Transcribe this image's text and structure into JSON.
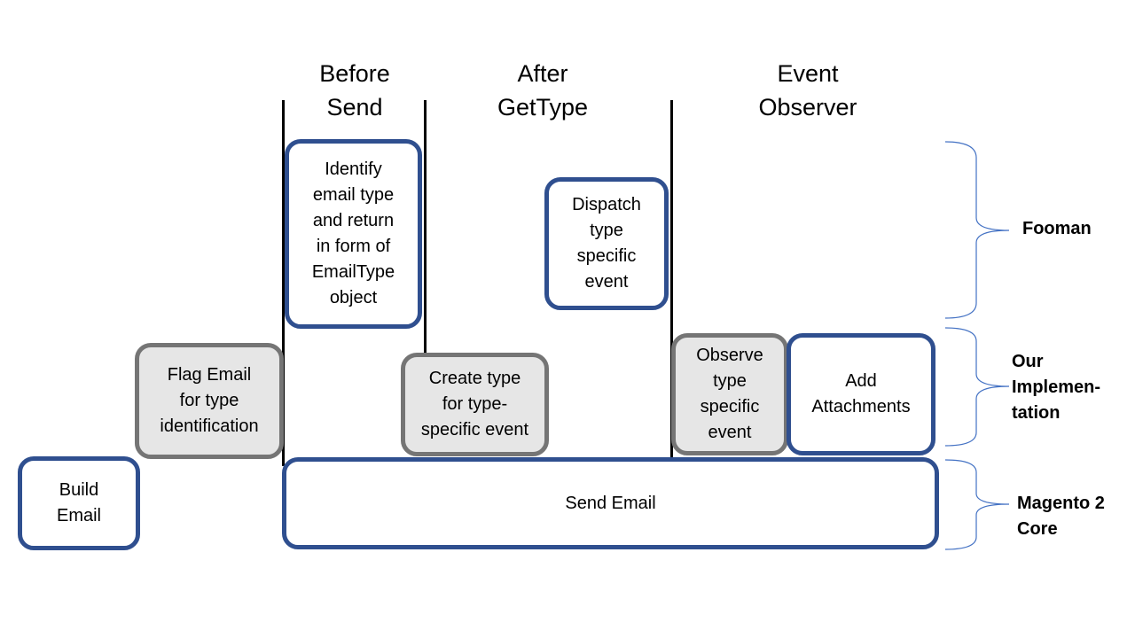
{
  "columns": {
    "before_send": "Before\nSend",
    "after_gettype": "After\nGetType",
    "event_observer": "Event\nObserver"
  },
  "boxes": {
    "identify": "Identify\nemail type\nand return\nin form of\nEmailType\nobject",
    "dispatch": "Dispatch\ntype\nspecific\nevent",
    "flag": "Flag Email\nfor type\nidentification",
    "create": "Create type\nfor type-\nspecific event",
    "observe": "Observe\ntype\nspecific\nevent",
    "attachments": "Add\nAttachments",
    "build": "Build\nEmail",
    "send": "Send Email"
  },
  "layers": {
    "fooman": "Fooman",
    "ours": "Our\nImplemen-\ntation",
    "magento": "Magento 2\nCore"
  },
  "colors": {
    "blue_border": "#2f4f8f",
    "grey_border": "#757575",
    "grey_fill": "#e6e6e6",
    "brace": "#4472c4"
  }
}
